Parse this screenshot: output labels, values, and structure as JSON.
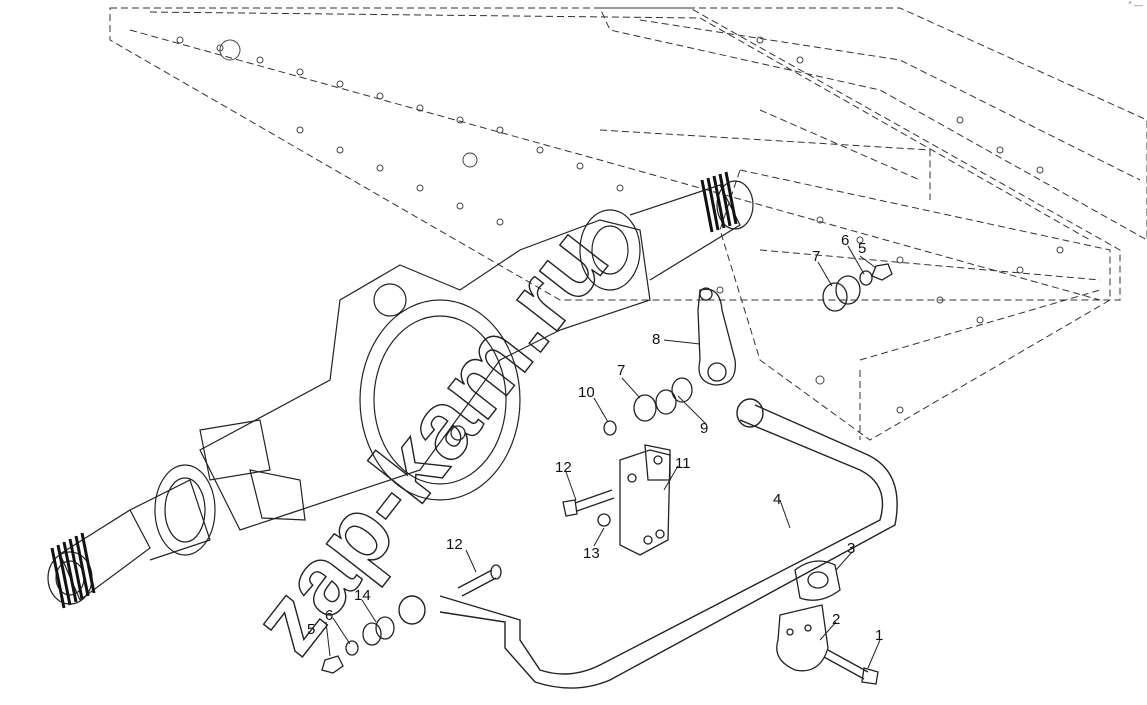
{
  "callouts": [
    "1",
    "2",
    "3",
    "4",
    "5",
    "6",
    "7",
    "8",
    "9",
    "10",
    "11",
    "12",
    "13",
    "14"
  ],
  "watermark": "zap-kam.ru",
  "corner_mark": "″ —"
}
